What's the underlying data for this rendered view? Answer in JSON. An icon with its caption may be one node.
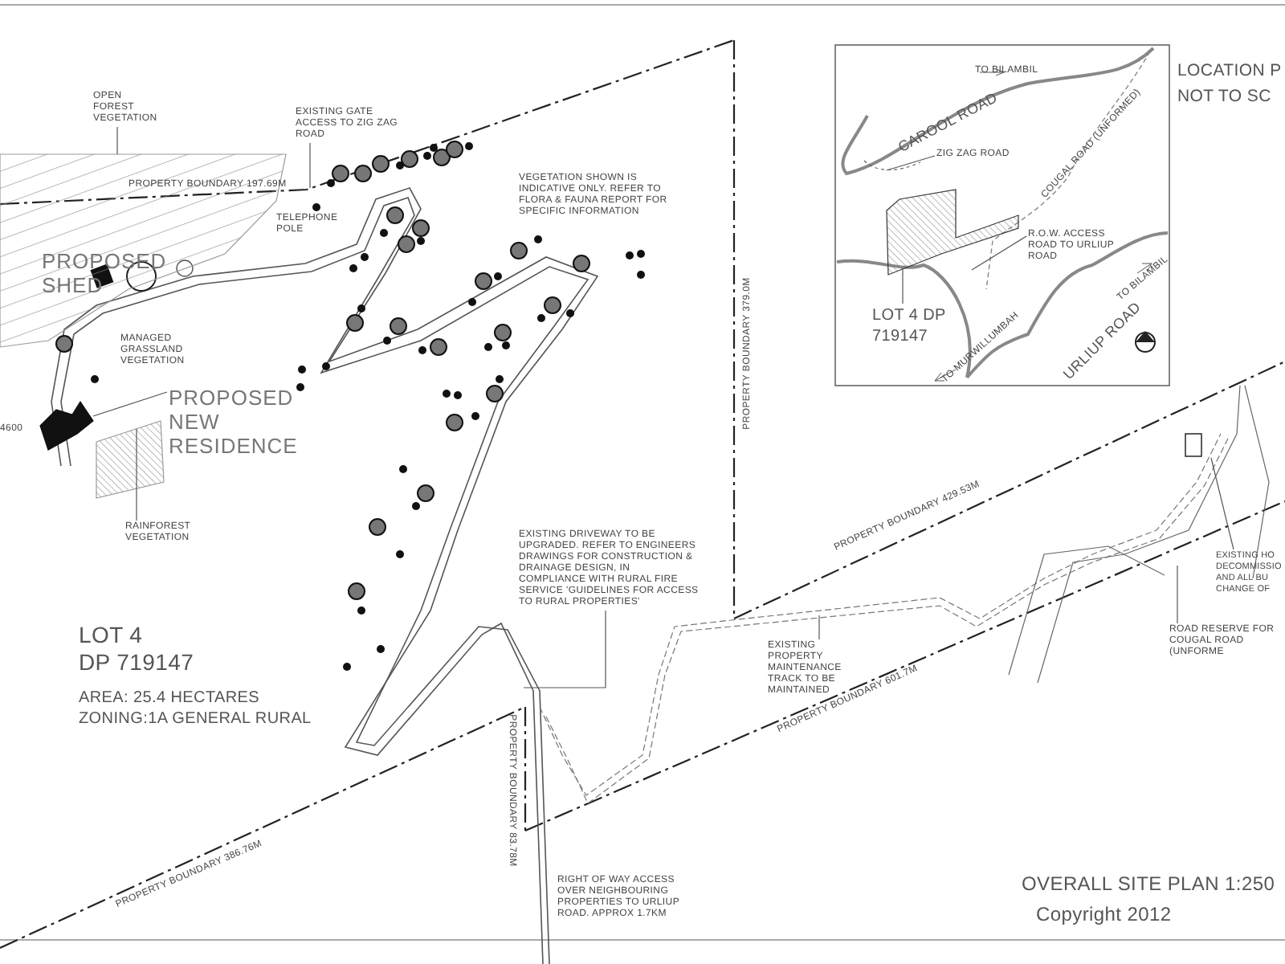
{
  "diagram": {
    "title": "OVERALL SITE PLAN 1:250",
    "caption": "Copyright 2012",
    "nodes": [
      {
        "text": [
          "OPEN FOREST VEGETATION"
        ]
      },
      {
        "text": [
          "EXISTING GATE ACCESS TO ZIG ZAG ROAD"
        ]
      },
      {
        "text": [
          "PROPOSED NEW RESIDENCE"
        ]
      },
      {
        "text": [
          "RAINFOREST VEGETATION"
        ]
      },
      {
        "text": [
          "EXISTING DRIVEWAY TO BE UPGRADED. REFER TO ENGINEERS DRAWINGS FOR CONSTRUCTION & DRAINAGE DESIGN, IN COMPLIANCE WITH RURAL FIRE SERVICE 'GUIDELINES FOR ACCESS TO RURAL PROPERTIES'"
        ]
      },
      {
        "text": [
          "EXISTING PROPERTY MAINTENANCE TRACK TO BE MAINTAINED"
        ]
      },
      {
        "text": [
          "ROAD RESERVE FOR COUGAL ROAD (UNFORME"
        ]
      },
      {
        "text": [
          "EXISTING HO DECOMMISSIO AND ALL BU CHANGE OF"
        ]
      },
      {
        "text": [
          "ZIG ZAG ROAD"
        ]
      },
      {
        "text": [
          "LOT 4 DP 719147"
        ]
      },
      {
        "text": [
          "R.O.W. ACCESS ROAD TO URLIUP ROAD"
        ]
      },
      {
        "text": [],
        "shape": "picture"
      },
      {
        "text": [],
        "shape": "picture"
      },
      {
        "text": [],
        "shape": "picture"
      },
      {
        "text": [],
        "shape": "picture"
      }
    ],
    "edges": [
      {
        "from": 0,
        "to": 11,
        "arrow": "none"
      },
      {
        "from": 1,
        "to": null,
        "arrow": "none"
      },
      {
        "from": 2,
        "to": 12,
        "arrow": "none"
      },
      {
        "from": 3,
        "to": 13,
        "arrow": "none"
      },
      {
        "from": 4,
        "to": null,
        "arrow": "none"
      },
      {
        "from": 5,
        "to": null,
        "arrow": "none"
      },
      {
        "from": 6,
        "to": null,
        "arrow": "none"
      },
      {
        "from": 7,
        "to": null,
        "arrow": "none"
      },
      {
        "from": 8,
        "to": null,
        "arrow": "none"
      },
      {
        "from": 9,
        "to": 14,
        "arrow": "none"
      },
      {
        "from": 10,
        "to": null,
        "arrow": "none"
      }
    ],
    "labels": [
      "PROPERTY BOUNDARY 197.69M",
      "PROPOSED SHED",
      "TELEPHONE POLE",
      "MANAGED GRASSLAND VEGETATION",
      "VEGETATION SHOWN IS INDICATIVE ONLY. REFER TO FLORA & FAUNA REPORT FOR SPECIFIC INFORMATION",
      "PROPERTY BOUNDARY 379.0M",
      "4600",
      "LOT 4",
      "DP 719147",
      "AREA: 25.4 HECTARES",
      "ZONING:1A GENERAL RURAL",
      "PROPERTY BOUNDARY 386.76M",
      "PROPERTY BOUNDARY 83.78M",
      "RIGHT OF WAY ACCESS OVER NEIGHBOURING PROPERTIES TO URLIUP ROAD. APPROX 1.7KM",
      "PROPERTY BOUNDARY 429.53M",
      "PROPERTY BOUNDARY 601.7M",
      "TO BILAMBIL",
      "CAROOL ROAD",
      "COUGAL ROAD (UNFORMED)",
      "TO BILAMBIL",
      "URLIUP ROAD",
      "TO MURWILLUMBAH",
      "LOCATION P",
      "NOT TO SC"
    ]
  }
}
